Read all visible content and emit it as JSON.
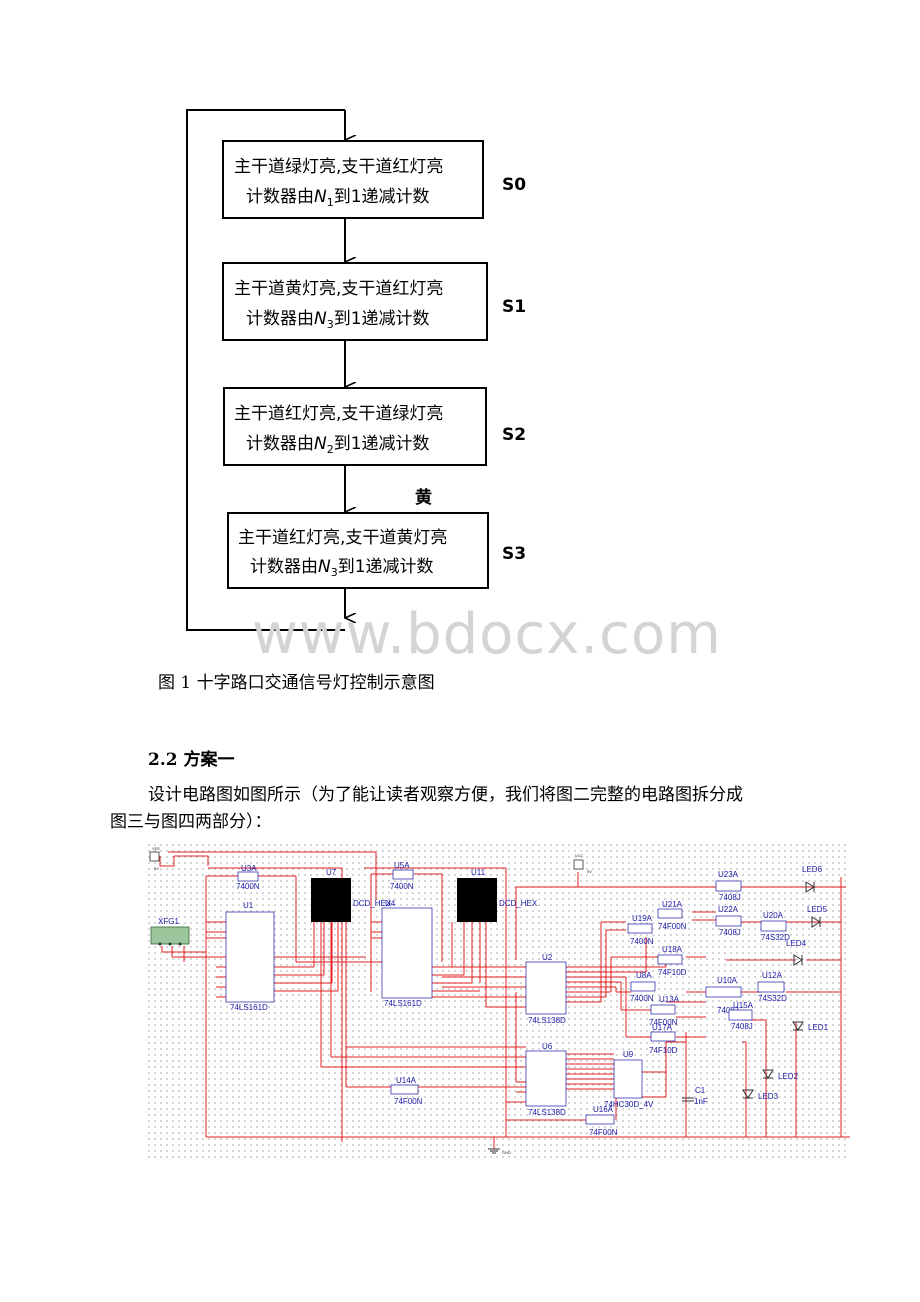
{
  "flowchart": {
    "states": [
      {
        "line1": "主干道绿灯亮,支干道红灯亮",
        "line2_pre": "计数器由",
        "n": "N",
        "sub": "1",
        "line2_post": "到1递减计数",
        "label": "S0"
      },
      {
        "line1": "主干道黄灯亮,支干道红灯亮",
        "line2_pre": "计数器由",
        "n": "N",
        "sub": "3",
        "line2_post": "到1递减计数",
        "label": "S1"
      },
      {
        "line1": "主干道红灯亮,支干道绿灯亮",
        "line2_pre": "计数器由",
        "n": "N",
        "sub": "2",
        "line2_post": "到1递减计数",
        "label": "S2"
      },
      {
        "line1": "主干道红灯亮,支干道黄灯亮",
        "line2_pre": "计数器由",
        "n": "N",
        "sub": "3",
        "line2_post": "到1递减计数",
        "label": "S3"
      }
    ],
    "arrow_label": "黄"
  },
  "watermark": "www.bdocx.com",
  "caption": "图 1 十字路口交通信号灯控制示意图",
  "section_heading": "2.2 方案一",
  "paragraph": {
    "line1": "设计电路图如图所示（为了能让读者观察方便，我们将图二完整的电路图拆分成",
    "line2": "图三与图四两部分）："
  },
  "circuit": {
    "vee": "VEE",
    "vee_val": "5V",
    "vcc": "VCC",
    "vcc_val": "5V",
    "gnd": "GND",
    "xfg": "XFG1",
    "u1": "U1",
    "u1_type": "74LS161D",
    "u3a": "U3A",
    "u3a_type": "7400N",
    "u4": "U4",
    "u4_type": "74LS161D",
    "u5a": "U5A",
    "u5a_type": "7400N",
    "u7": "U7",
    "u11": "U11",
    "dcd1": "DCD_HEX",
    "dcd2": "DCD_HEX",
    "u2": "U2",
    "u2_type": "74LS138D",
    "u6": "U6",
    "u6_type": "74LS138D",
    "u9": "U9",
    "u9_type": "74HC30D_4V",
    "u14a": "U14A",
    "u14a_type": "74F00N",
    "u16a": "U16A",
    "u16a_type": "74F00N",
    "u19a": "U19A",
    "u19a_type": "7400N",
    "u21a": "U21A",
    "u21a_type": "74F00N",
    "u18a": "U18A",
    "u18a_type": "74F10D",
    "u8a": "U8A",
    "u8a_type": "7400N",
    "u13a": "U13A",
    "u13a_type": "74F00N",
    "u17a": "U17A",
    "u17a_type": "74F10D",
    "u23a": "U23A",
    "u23a_type": "7408J",
    "u22a": "U22A",
    "u22a_type": "7408J",
    "u20a": "U20A",
    "u20a_type": "74S32D",
    "u10a": "U10A",
    "u10a_type": "7408J",
    "u15a": "U15A",
    "u15a_type": "7408J",
    "u12a": "U12A",
    "u12a_type": "74S32D",
    "c1": "C1",
    "c1_val": "1nF",
    "led6": "LED6",
    "led5": "LED5",
    "led4": "LED4",
    "led1": "LED1",
    "led2": "LED2",
    "led3": "LED3"
  },
  "colors": {
    "wire": "#e02020",
    "ic_label": "#1a1aa8",
    "ic_box": "#1a1aa8"
  }
}
